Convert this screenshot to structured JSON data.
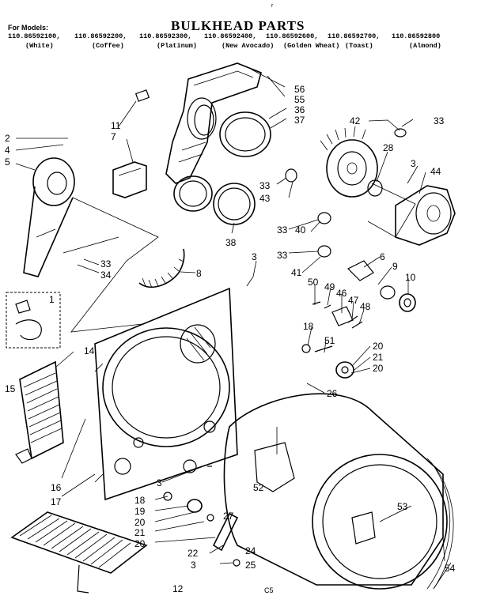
{
  "header": {
    "for_models_label": "For Models:",
    "title": "BULKHEAD PARTS",
    "models": [
      {
        "number": "110.86592100,",
        "color": "(White)"
      },
      {
        "number": "110.86592200,",
        "color": "(Coffee)"
      },
      {
        "number": "110.86592300,",
        "color": "(Platinum)"
      },
      {
        "number": "110.86592400,",
        "color": "(New Avocado)"
      },
      {
        "number": "110.86592600,",
        "color": "(Golden Wheat)"
      },
      {
        "number": "110.86592700,",
        "color": "(Toast)"
      },
      {
        "number": "110.86592800",
        "color": "(Almond)"
      }
    ],
    "top_mark": "r"
  },
  "footer": {
    "mark": "C5"
  },
  "callouts": [
    {
      "id": "56",
      "label": "56"
    },
    {
      "id": "55",
      "label": "55"
    },
    {
      "id": "36",
      "label": "36"
    },
    {
      "id": "37",
      "label": "37"
    },
    {
      "id": "11",
      "label": "11"
    },
    {
      "id": "7",
      "label": "7"
    },
    {
      "id": "2",
      "label": "2"
    },
    {
      "id": "4",
      "label": "4"
    },
    {
      "id": "5",
      "label": "5"
    },
    {
      "id": "42",
      "label": "42"
    },
    {
      "id": "33a",
      "label": "33"
    },
    {
      "id": "28",
      "label": "28"
    },
    {
      "id": "3a",
      "label": "3"
    },
    {
      "id": "44",
      "label": "44"
    },
    {
      "id": "33b",
      "label": "33"
    },
    {
      "id": "43",
      "label": "43"
    },
    {
      "id": "33c",
      "label": "33"
    },
    {
      "id": "40",
      "label": "40"
    },
    {
      "id": "38",
      "label": "38"
    },
    {
      "id": "3b",
      "label": "3"
    },
    {
      "id": "33d",
      "label": "33"
    },
    {
      "id": "6",
      "label": "6"
    },
    {
      "id": "9",
      "label": "9"
    },
    {
      "id": "33e",
      "label": "33"
    },
    {
      "id": "34",
      "label": "34"
    },
    {
      "id": "8",
      "label": "8"
    },
    {
      "id": "41",
      "label": "41"
    },
    {
      "id": "10",
      "label": "10"
    },
    {
      "id": "50",
      "label": "50"
    },
    {
      "id": "49",
      "label": "49"
    },
    {
      "id": "46",
      "label": "46"
    },
    {
      "id": "47",
      "label": "47"
    },
    {
      "id": "48",
      "label": "48"
    },
    {
      "id": "1",
      "label": "1"
    },
    {
      "id": "14",
      "label": "14"
    },
    {
      "id": "15",
      "label": "15"
    },
    {
      "id": "18a",
      "label": "18"
    },
    {
      "id": "51",
      "label": "51"
    },
    {
      "id": "20a",
      "label": "20"
    },
    {
      "id": "21a",
      "label": "21"
    },
    {
      "id": "20b",
      "label": "20"
    },
    {
      "id": "26",
      "label": "26"
    },
    {
      "id": "16",
      "label": "16"
    },
    {
      "id": "17",
      "label": "17"
    },
    {
      "id": "52",
      "label": "52"
    },
    {
      "id": "3c",
      "label": "3"
    },
    {
      "id": "18b",
      "label": "18"
    },
    {
      "id": "19",
      "label": "19"
    },
    {
      "id": "20c",
      "label": "20"
    },
    {
      "id": "21b",
      "label": "21"
    },
    {
      "id": "20d",
      "label": "20"
    },
    {
      "id": "27",
      "label": "27"
    },
    {
      "id": "53",
      "label": "53"
    },
    {
      "id": "22",
      "label": "22"
    },
    {
      "id": "24",
      "label": "24"
    },
    {
      "id": "3d",
      "label": "3"
    },
    {
      "id": "25",
      "label": "25"
    },
    {
      "id": "12",
      "label": "12"
    },
    {
      "id": "54",
      "label": "54"
    }
  ]
}
